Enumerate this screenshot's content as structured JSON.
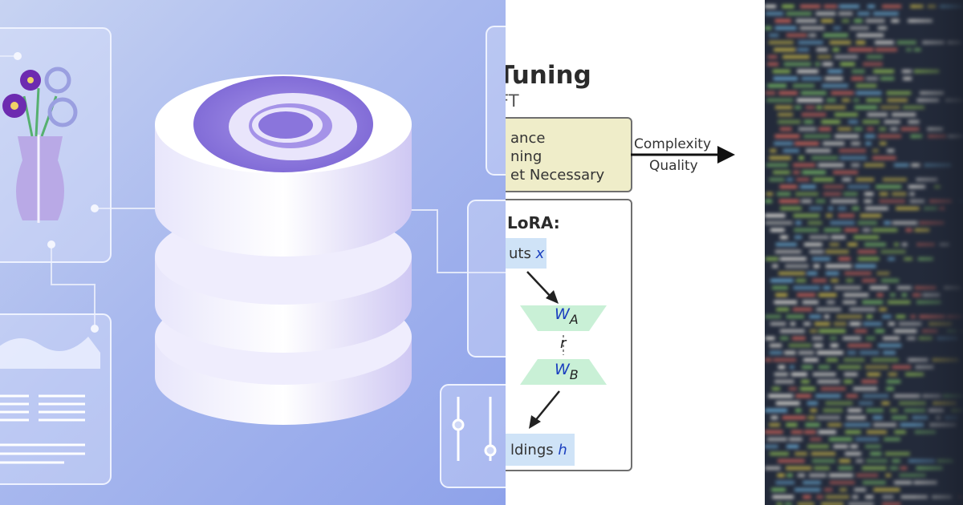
{
  "diagram": {
    "title": "Tuning",
    "subtitle": "FT",
    "top_box_lines": [
      "ance",
      "ning",
      "et Necessary"
    ],
    "arrow_labels": [
      "Complexity",
      "Quality"
    ],
    "lora_title": "LoRA:",
    "inputs_label": "uts",
    "inputs_var": "x",
    "wa_label": "W",
    "wa_sub": "A",
    "rank_label": "r",
    "wb_label": "W",
    "wb_sub": "B",
    "output_label": "ldings",
    "output_var": "h"
  },
  "colors": {
    "top_box_fill": "#efedc9",
    "token_fill": "#cfe3f7",
    "matrix_fill": "#c9f0d6",
    "left_bg": "#a9b9ee",
    "code_bg": "#232a3a"
  }
}
